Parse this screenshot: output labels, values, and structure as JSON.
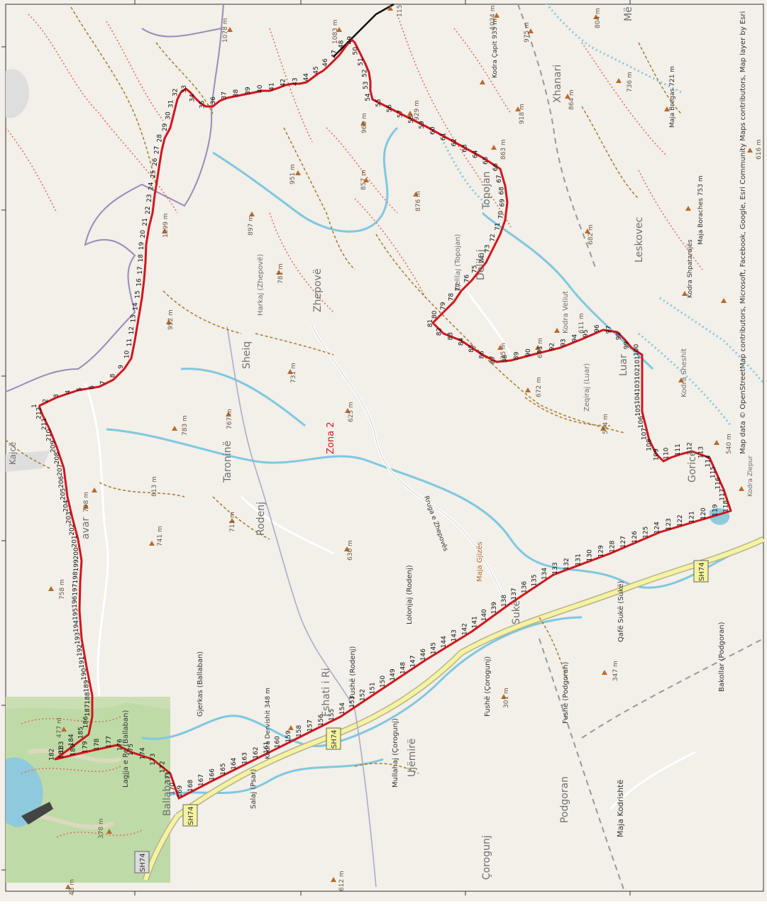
{
  "map": {
    "zone_label": "Zona 2",
    "attribution": "Map data © OpenStreetMap contributors, Microsoft, Facebook, Google, Esri Community Maps contributors, Map layer by Esri",
    "bottom_ticks": [
      "",
      ""
    ],
    "colors": {
      "route": "#d0161d",
      "river": "#7fc8e0",
      "road_main": "#f5f3a0",
      "boundary": "#9a8ab8",
      "trail_red": "#e06a5a",
      "trail_brown": "#a57b2c",
      "peak": "#b86a2a",
      "label": "#6b5a45",
      "town": "#707070",
      "forest": "#b9d8a3",
      "lake": "#8fc9dd"
    },
    "route_points": [
      "1",
      "2",
      "3",
      "4",
      "5",
      "6",
      "7",
      "8",
      "9",
      "10",
      "11",
      "12",
      "13",
      "14",
      "15",
      "16",
      "17",
      "18",
      "19",
      "20",
      "21",
      "22",
      "23",
      "24",
      "25",
      "26",
      "27",
      "28",
      "29",
      "30",
      "31",
      "32",
      "33",
      "34",
      "35",
      "36",
      "37",
      "38",
      "39",
      "40",
      "41",
      "42",
      "43",
      "44",
      "45",
      "46",
      "47",
      "48",
      "49",
      "50",
      "51",
      "52",
      "53",
      "54",
      "55",
      "56",
      "57",
      "58",
      "59",
      "60",
      "61",
      "62",
      "63",
      "64",
      "65",
      "66",
      "67",
      "68",
      "69",
      "70",
      "71",
      "72",
      "73",
      "74",
      "75",
      "76",
      "77",
      "78",
      "79",
      "80",
      "81",
      "82",
      "83",
      "84",
      "85",
      "86",
      "87",
      "88",
      "89",
      "90",
      "91",
      "92",
      "93",
      "94",
      "95",
      "96",
      "97",
      "98",
      "99",
      "100",
      "101",
      "102",
      "103",
      "104",
      "105",
      "106",
      "107",
      "108",
      "109",
      "110",
      "111",
      "112",
      "113",
      "114",
      "115",
      "116",
      "117",
      "118",
      "119",
      "120",
      "121",
      "122",
      "123",
      "124",
      "125",
      "126",
      "127",
      "128",
      "129",
      "130",
      "131",
      "132",
      "133",
      "134",
      "135",
      "136",
      "137",
      "138",
      "139",
      "140",
      "141",
      "142",
      "143",
      "144",
      "145",
      "146",
      "147",
      "148",
      "149",
      "150",
      "151",
      "152",
      "153",
      "154",
      "155",
      "156",
      "157",
      "158",
      "159",
      "160",
      "161",
      "162",
      "163",
      "164",
      "165",
      "166",
      "167",
      "168",
      "169",
      "170",
      "171",
      "172",
      "173",
      "174",
      "175",
      "176",
      "177",
      "178",
      "179",
      "180",
      "181",
      "182",
      "183",
      "184",
      "185",
      "186",
      "187",
      "188",
      "189",
      "190",
      "191",
      "192",
      "193",
      "194",
      "195",
      "196",
      "197",
      "198",
      "199",
      "200",
      "201",
      "202",
      "203",
      "204",
      "205",
      "206",
      "207",
      "208",
      "209",
      "210",
      "211",
      "212"
    ],
    "places": [
      {
        "id": "kajce",
        "text": "Kajcë"
      },
      {
        "id": "xhanari",
        "text": "Xhanari"
      },
      {
        "id": "leskovec",
        "text": "Leskovec"
      },
      {
        "id": "topojan",
        "text": "Topojan"
      },
      {
        "id": "delilaj",
        "text": "Delilaj"
      },
      {
        "id": "delilaj_topojan",
        "text": "Delilaj (Topojan)"
      },
      {
        "id": "zhepove",
        "text": "Zhepovë"
      },
      {
        "id": "harkaj",
        "text": "Harkaj (Zhepovë)"
      },
      {
        "id": "sheiq",
        "text": "Sheiq"
      },
      {
        "id": "luar",
        "text": "Luar"
      },
      {
        "id": "zeqiraj",
        "text": "Zeqiraj (Luar)"
      },
      {
        "id": "kodra_veliut",
        "text": "Kodra Veliut"
      },
      {
        "id": "kodra_sheshit",
        "text": "Kodra Sheshit"
      },
      {
        "id": "gorice",
        "text": "Goricë"
      },
      {
        "id": "kodra_zlepur",
        "text": "Kodra Zlepur"
      },
      {
        "id": "taronine",
        "text": "Taroninë"
      },
      {
        "id": "rodenj",
        "text": "Rodenj"
      },
      {
        "id": "avar",
        "text": "avar"
      },
      {
        "id": "rruga",
        "text": "Rruga e Zhepovës"
      },
      {
        "id": "maja_gjizes",
        "text": "Maja Gjizës"
      },
      {
        "id": "lolonjaj",
        "text": "Lolonjaj (Rodenj)"
      },
      {
        "id": "suke",
        "text": "Sukë"
      },
      {
        "id": "qafe_suke",
        "text": "Qafë Sukë (Sukë)"
      },
      {
        "id": "bakollar",
        "text": "Bakollar (Podgoran)"
      },
      {
        "id": "fushe_rodenj",
        "text": "Fushë (Rodenj)"
      },
      {
        "id": "fushe_corogunj",
        "text": "Fushë (Çorogunj)"
      },
      {
        "id": "fushe_podgoran",
        "text": "Fushë (Podgoran)"
      },
      {
        "id": "fshati_ri",
        "text": "Fshati i Ri"
      },
      {
        "id": "gjerkas",
        "text": "Gjerkas (Ballaban)"
      },
      {
        "id": "kodra_dervishit",
        "text": "Kodra Dervishit 348 m"
      },
      {
        "id": "mullahaj",
        "text": "Mullahaj (Çorogunj)"
      },
      {
        "id": "ujemire",
        "text": "Ujëmirë"
      },
      {
        "id": "salaj",
        "text": "Salaj (Psar)"
      },
      {
        "id": "ballaban",
        "text": "Ballaban"
      },
      {
        "id": "lagjja",
        "text": "Lagjja e Re (Ballaban)"
      },
      {
        "id": "podgoran",
        "text": "Podgoran"
      },
      {
        "id": "corogunj",
        "text": "Çorogunj"
      },
      {
        "id": "maja_kodrishte",
        "text": "Maja Kodrishtë"
      },
      {
        "id": "kodra_capit",
        "text": "Kodra Çapit 935 m"
      },
      {
        "id": "maja_bregas",
        "text": "Maja Bregas 721 m"
      },
      {
        "id": "maja_borachs",
        "text": "Maja Boraches 753 m"
      },
      {
        "id": "kodra_shpatarajes",
        "text": "Kodra Shpatarajës"
      },
      {
        "id": "me",
        "text": "Më"
      }
    ],
    "elevations": [
      {
        "id": "e1078",
        "text": "1078 m"
      },
      {
        "id": "e1083",
        "text": "1083 m"
      },
      {
        "id": "e1034",
        "text": "1034 m"
      },
      {
        "id": "e975",
        "text": "975 m"
      },
      {
        "id": "e804",
        "text": "804 m"
      },
      {
        "id": "e736",
        "text": "736 m"
      },
      {
        "id": "e864",
        "text": "864 m"
      },
      {
        "id": "e918",
        "text": "918 m"
      },
      {
        "id": "e929",
        "text": "929 m"
      },
      {
        "id": "e969",
        "text": "969 m"
      },
      {
        "id": "e863",
        "text": "863 m"
      },
      {
        "id": "e616",
        "text": "616 m"
      },
      {
        "id": "e951",
        "text": "951 m"
      },
      {
        "id": "e857",
        "text": "857 m"
      },
      {
        "id": "e876",
        "text": "876 m"
      },
      {
        "id": "e682",
        "text": "682 m"
      },
      {
        "id": "e897",
        "text": "897 m"
      },
      {
        "id": "e1099",
        "text": "1099 m"
      },
      {
        "id": "e781",
        "text": "781 m"
      },
      {
        "id": "e952",
        "text": "952 m"
      },
      {
        "id": "e611",
        "text": "611 m"
      },
      {
        "id": "e645",
        "text": "645 m"
      },
      {
        "id": "e725",
        "text": "725 m"
      },
      {
        "id": "e731",
        "text": "731 m"
      },
      {
        "id": "e672",
        "text": "672 m"
      },
      {
        "id": "e594",
        "text": "594 m"
      },
      {
        "id": "e783",
        "text": "783 m"
      },
      {
        "id": "e767",
        "text": "767 m"
      },
      {
        "id": "e625",
        "text": "625 m"
      },
      {
        "id": "e813",
        "text": "813 m"
      },
      {
        "id": "e798",
        "text": "798 m"
      },
      {
        "id": "e711",
        "text": "711 m"
      },
      {
        "id": "e741",
        "text": "741 m"
      },
      {
        "id": "e630",
        "text": "630 m"
      },
      {
        "id": "e758",
        "text": "758 m"
      },
      {
        "id": "e347",
        "text": "347 m"
      },
      {
        "id": "e301",
        "text": "301 m"
      },
      {
        "id": "e477",
        "text": "477 m"
      },
      {
        "id": "e378",
        "text": "378 m"
      },
      {
        "id": "e612",
        "text": "612 m"
      },
      {
        "id": "e43",
        "text": "43 m"
      },
      {
        "id": "e115",
        "text": "115"
      },
      {
        "id": "e540",
        "text": "540 m"
      }
    ],
    "road_shields": [
      {
        "id": "sh74_a",
        "text": "SH74"
      },
      {
        "id": "sh74_b",
        "text": "SH74"
      },
      {
        "id": "sh74_c",
        "text": "SH74"
      },
      {
        "id": "sh74_d",
        "text": "SH74"
      }
    ]
  }
}
